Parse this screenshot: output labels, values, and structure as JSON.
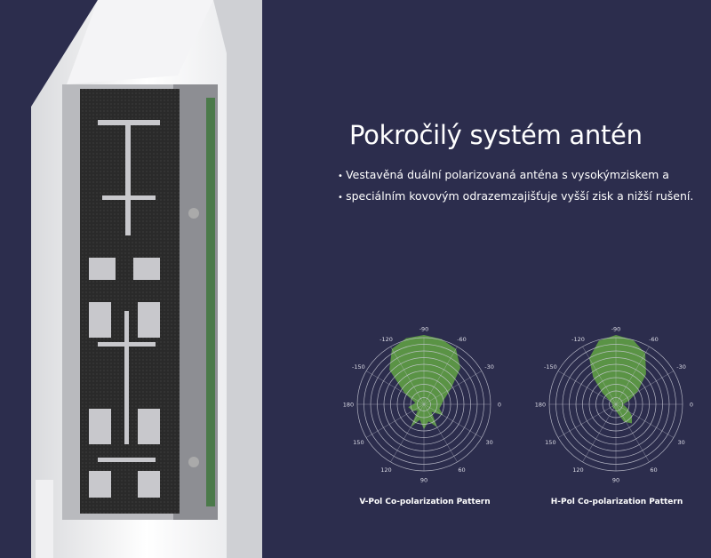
{
  "heading": "Pokročilý systém antén",
  "bullets": [
    "Vestavěná duální polarizovaná anténa s vysokýmziskem a",
    "speciálním kovovým odrazemzajišťuje vyšší zisk a nižší rušení."
  ],
  "colors": {
    "background": "#2c2d4d",
    "lobe": "#5f9e45",
    "grid": "#c9cad6"
  },
  "chart_data": [
    {
      "type": "polar",
      "title": "V-Pol Co-polarization Pattern",
      "angle_labels": [
        "-90",
        "-60",
        "-30",
        "0",
        "30",
        "60",
        "90",
        "120",
        "150",
        "180",
        "-150",
        "-120"
      ],
      "angles": [
        -90,
        -60,
        -30,
        0,
        30,
        60,
        90,
        120,
        150,
        180,
        -150,
        -120
      ],
      "rings": 10
    },
    {
      "type": "polar",
      "title": "H-Pol Co-polarization Pattern",
      "angle_labels": [
        "-90",
        "-60",
        "-30",
        "0",
        "30",
        "60",
        "90",
        "120",
        "150",
        "180",
        "-150",
        "-120"
      ],
      "angles": [
        -90,
        -60,
        -30,
        0,
        30,
        60,
        90,
        120,
        150,
        180,
        -150,
        -120
      ],
      "rings": 10
    }
  ]
}
